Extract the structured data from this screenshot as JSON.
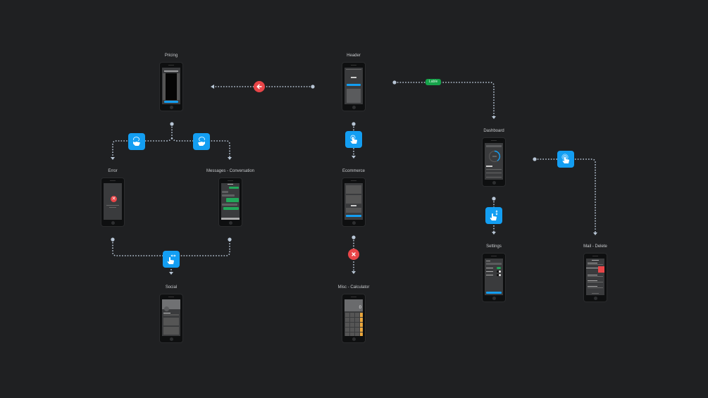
{
  "canvas": {
    "background": "#1f2022"
  },
  "colors": {
    "interaction_blue": "#139ef2",
    "error_red": "#e84548",
    "label_green": "#16a34a",
    "wire": "#b8c6d6",
    "calc_orange": "#e8a53c"
  },
  "screens": {
    "pricing": {
      "title": "Pricing"
    },
    "header": {
      "title": "Header"
    },
    "dashboard": {
      "title": "Dashboard"
    },
    "error": {
      "title": "Error"
    },
    "messages": {
      "title": "Messages - Conversation"
    },
    "ecommerce": {
      "title": "Ecommerce"
    },
    "social": {
      "title": "Social"
    },
    "calculator": {
      "title": "Misc - Calculator",
      "display_value": "0"
    },
    "settings": {
      "title": "Settings"
    },
    "mail_delete": {
      "title": "Mail - Delete"
    }
  },
  "connections": [
    {
      "from": "header",
      "to": "pricing",
      "trigger": "back-arrow-icon",
      "style": "red-circle"
    },
    {
      "from": "header",
      "to": "dashboard",
      "trigger": "label",
      "label": "Lable"
    },
    {
      "from": "header",
      "to": "ecommerce",
      "trigger": "tap-icon"
    },
    {
      "from": "pricing",
      "to": "error",
      "trigger": "swipe-left-icon"
    },
    {
      "from": "pricing",
      "to": "messages",
      "trigger": "swipe-right-icon"
    },
    {
      "from": "error",
      "to": "social",
      "trigger": "swipe-horizontal-icon"
    },
    {
      "from": "messages",
      "to": "social",
      "trigger": "swipe-horizontal-icon"
    },
    {
      "from": "ecommerce",
      "to": "calculator",
      "trigger": "close-icon",
      "style": "red-circle"
    },
    {
      "from": "dashboard",
      "to": "settings",
      "trigger": "swipe-vertical-icon"
    },
    {
      "from": "dashboard",
      "to": "mail_delete",
      "trigger": "double-tap-icon"
    }
  ],
  "pill_label": "Lable"
}
